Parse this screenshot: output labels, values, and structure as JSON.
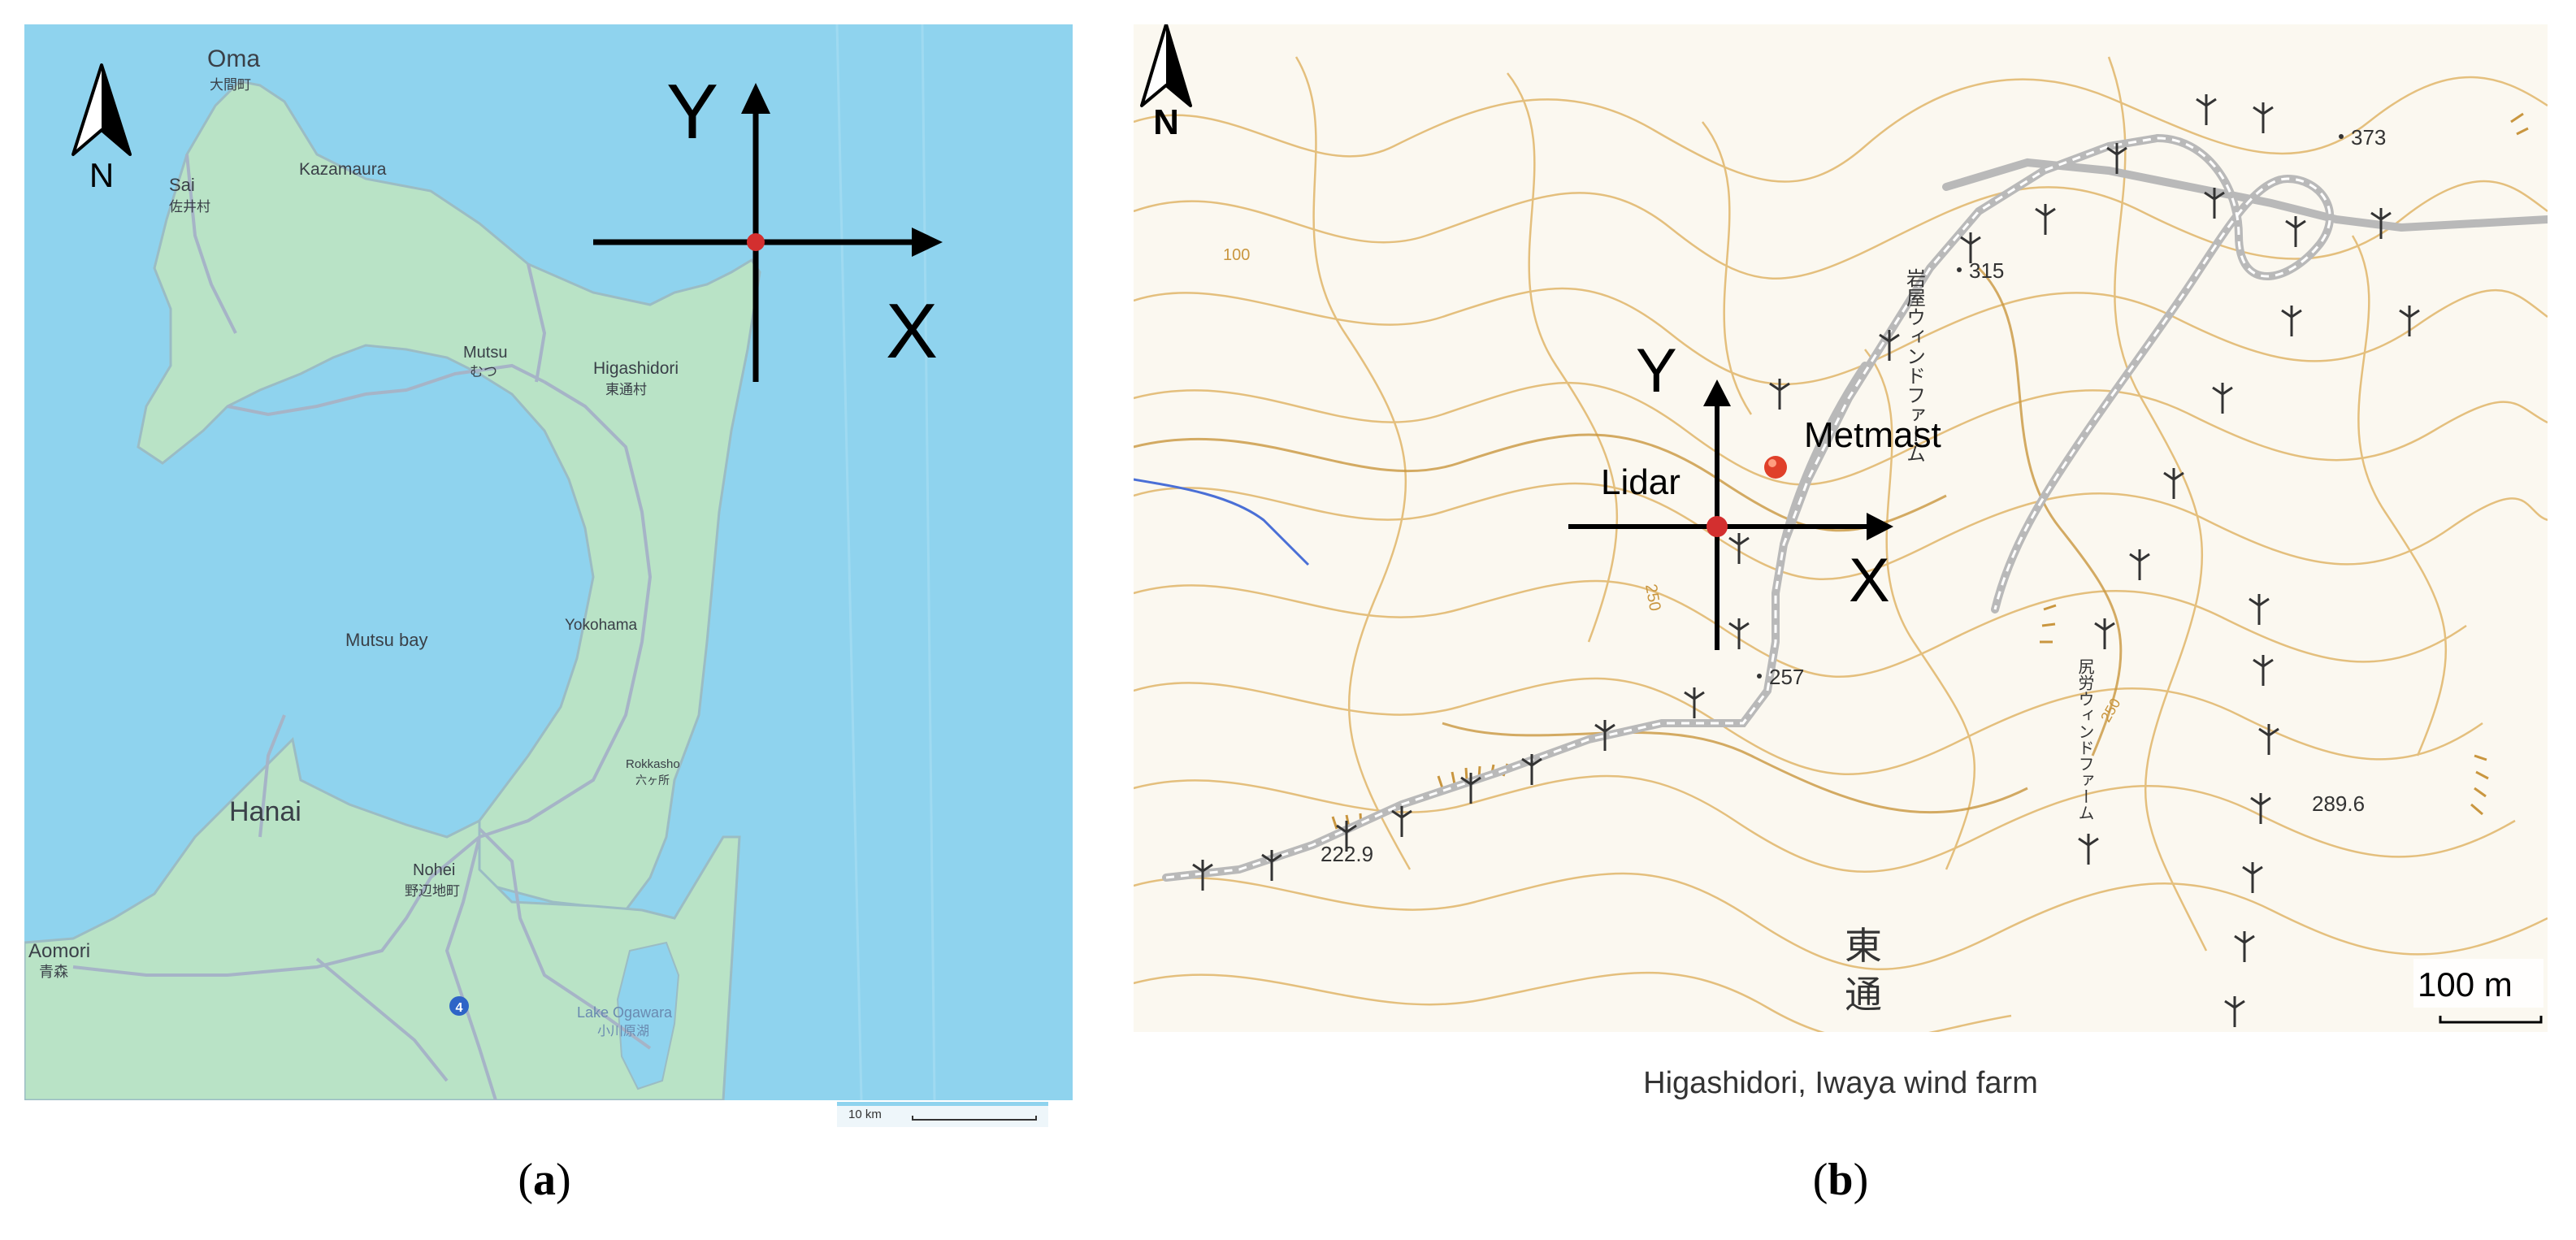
{
  "panel_a": {
    "places": {
      "oma": "Oma",
      "oma_jp": "大間町",
      "sai": "Sai",
      "sai_jp": "佐井村",
      "kazamaura": "Kazamaura",
      "mutsu": "Mutsu",
      "mutsu_jp": "むつ",
      "higashidori": "Higashidori",
      "higashidori_jp": "東通村",
      "mutsu_bay": "Mutsu bay",
      "yokohama": "Yokohama",
      "rokkasho": "Rokkasho",
      "rokkasho_jp": "六ヶ所",
      "hanai": "Hanai",
      "nohei": "Nohei",
      "nohei_jp": "野辺地町",
      "aomori": "Aomori",
      "aomori_jp": "青森",
      "lake_ogawara": "Lake Ogawara",
      "lake_ogawara_jp": "小川原湖"
    },
    "north_label": "N",
    "axis_x": "X",
    "axis_y": "Y",
    "scale": "10 km",
    "route_badge": "4",
    "colors": {
      "sea": "#8fd3ee",
      "land": "#b9e3c6",
      "marker": "#d32f2f"
    }
  },
  "panel_b": {
    "north_label": "N",
    "axis_x": "X",
    "axis_y": "Y",
    "lidar_label": "Lidar",
    "metmast_label": "Metmast",
    "elevations": [
      "373",
      "315",
      "257",
      "222.9",
      "289.6",
      "100",
      "250",
      "250"
    ],
    "wind_farm_label_1": "岩屋ウィンドファーム",
    "wind_farm_label_2": "尻労ウィンドファーム",
    "town_label_1": "東",
    "town_label_2": "通",
    "scale": "100 m",
    "footer": "Higashidori, Iwaya wind farm",
    "colors": {
      "contour": "#e0b66a",
      "road": "#b9b9b9",
      "marker": "#d32f2f",
      "river": "#4a6fd6"
    }
  },
  "captions": {
    "a": "a",
    "b": "b"
  }
}
